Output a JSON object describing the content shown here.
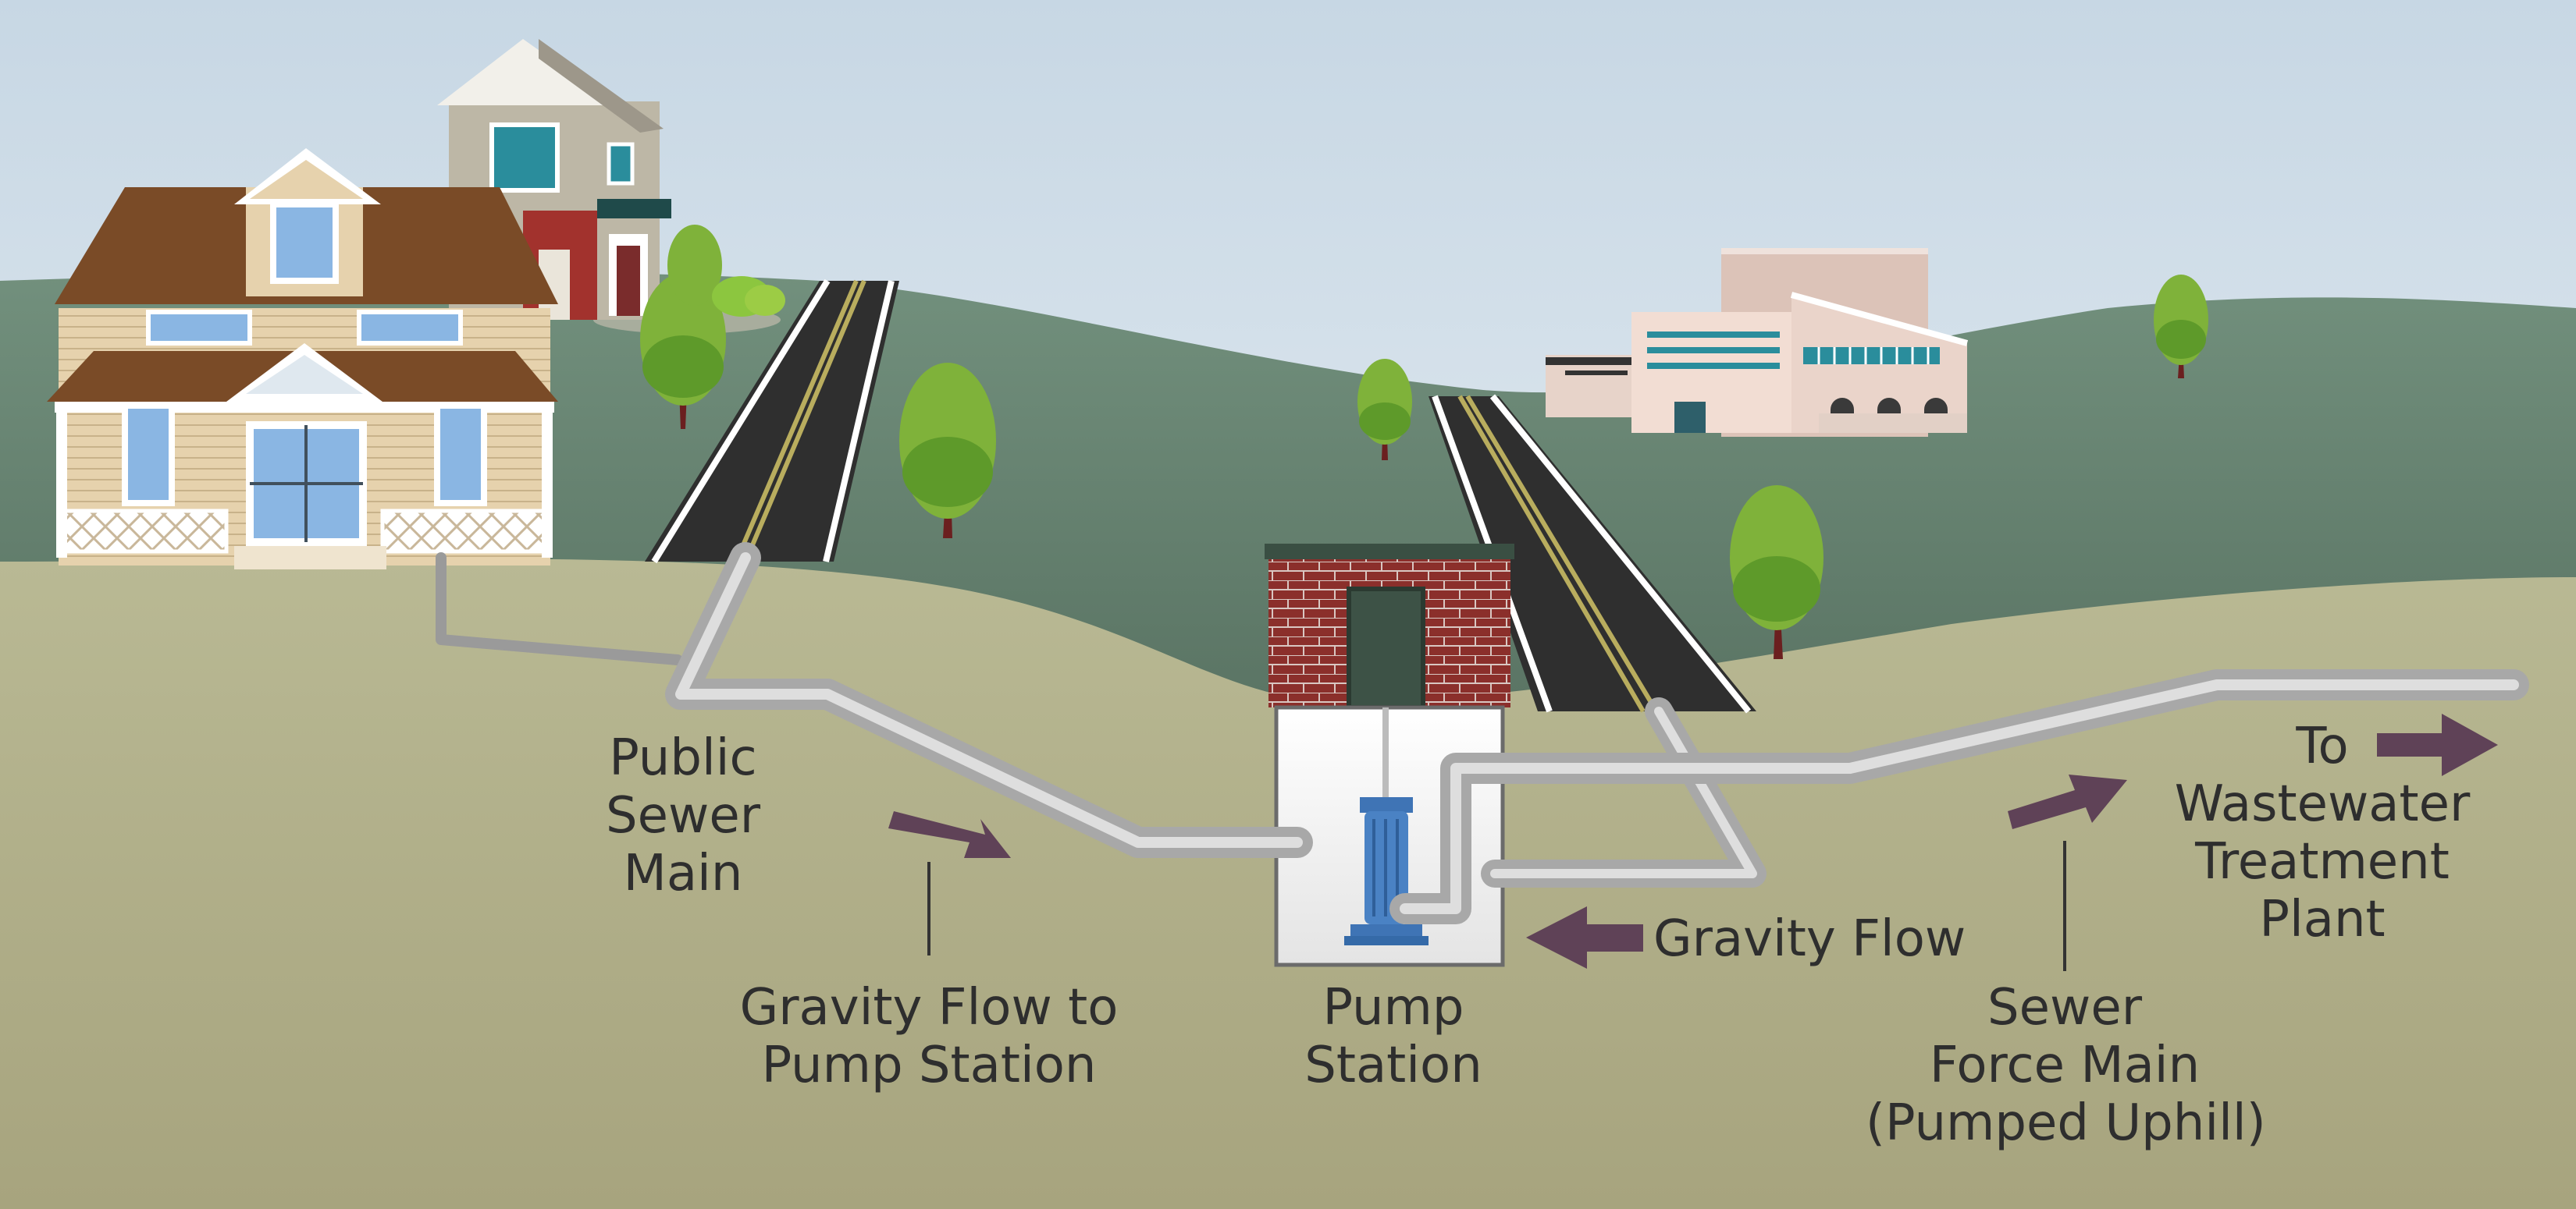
{
  "labels": {
    "public_sewer_main": [
      "Public",
      "Sewer",
      "Main"
    ],
    "gravity_flow_to_pump_station": [
      "Gravity Flow to",
      "Pump Station"
    ],
    "pump_station": [
      "Pump",
      "Station"
    ],
    "gravity_flow": "Gravity Flow",
    "sewer_force_main": [
      "Sewer",
      "Force Main",
      "(Pumped Uphill)"
    ],
    "to_wastewater_treatment_plant": [
      "To",
      "Wastewater",
      "Treatment",
      "Plant"
    ]
  },
  "colors": {
    "sky_top": "#c9d9e6",
    "sky_bottom": "#f1f5f8",
    "hills": "#6f8a78",
    "ground": "#b6b690",
    "pipe": "#bfbfbf",
    "arrow": "#5f4257",
    "brick": "#8a2e2a",
    "pump": "#3f74b5",
    "tree": "#7fb23a",
    "road": "#2f2f2f"
  }
}
